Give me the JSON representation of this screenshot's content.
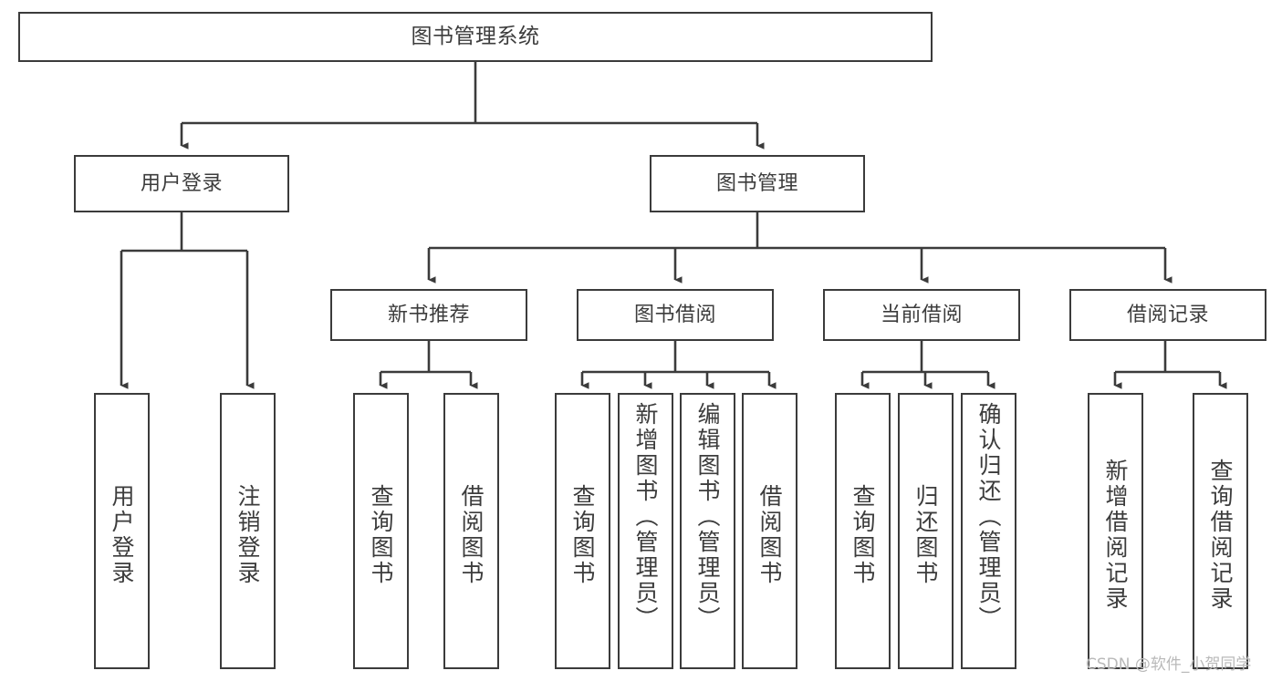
{
  "diagram": {
    "title": "图书管理系统",
    "type": "tree",
    "colors": {
      "box_border": "#3b3b3b",
      "box_fill": "#ffffff",
      "text": "#3c3c3c",
      "edge": "#3b3b3b",
      "watermark": "#b9b9b9",
      "background": "#ffffff"
    },
    "watermark": "CSDN @软件_小贺同学",
    "nodes": {
      "root": {
        "label": "图书管理系统"
      },
      "level2": [
        {
          "label": "用户登录"
        },
        {
          "label": "图书管理"
        }
      ],
      "level3": [
        {
          "label": "新书推荐"
        },
        {
          "label": "图书借阅"
        },
        {
          "label": "当前借阅"
        },
        {
          "label": "借阅记录"
        }
      ],
      "leaves": {
        "user_login": [
          {
            "label": "用户登录"
          },
          {
            "label": "注销登录"
          }
        ],
        "new_book_recommend": [
          {
            "label": "查询图书"
          },
          {
            "label": "借阅图书"
          }
        ],
        "book_borrow": [
          {
            "label": "查询图书"
          },
          {
            "label": "新增图书（管理员）"
          },
          {
            "label": "编辑图书（管理员）"
          },
          {
            "label": "借阅图书"
          }
        ],
        "current_borrow": [
          {
            "label": "查询图书"
          },
          {
            "label": "归还图书"
          },
          {
            "label": "确认归还（管理员）"
          }
        ],
        "borrow_records": [
          {
            "label": "新增借阅记录"
          },
          {
            "label": "查询借阅记录"
          }
        ]
      }
    }
  }
}
